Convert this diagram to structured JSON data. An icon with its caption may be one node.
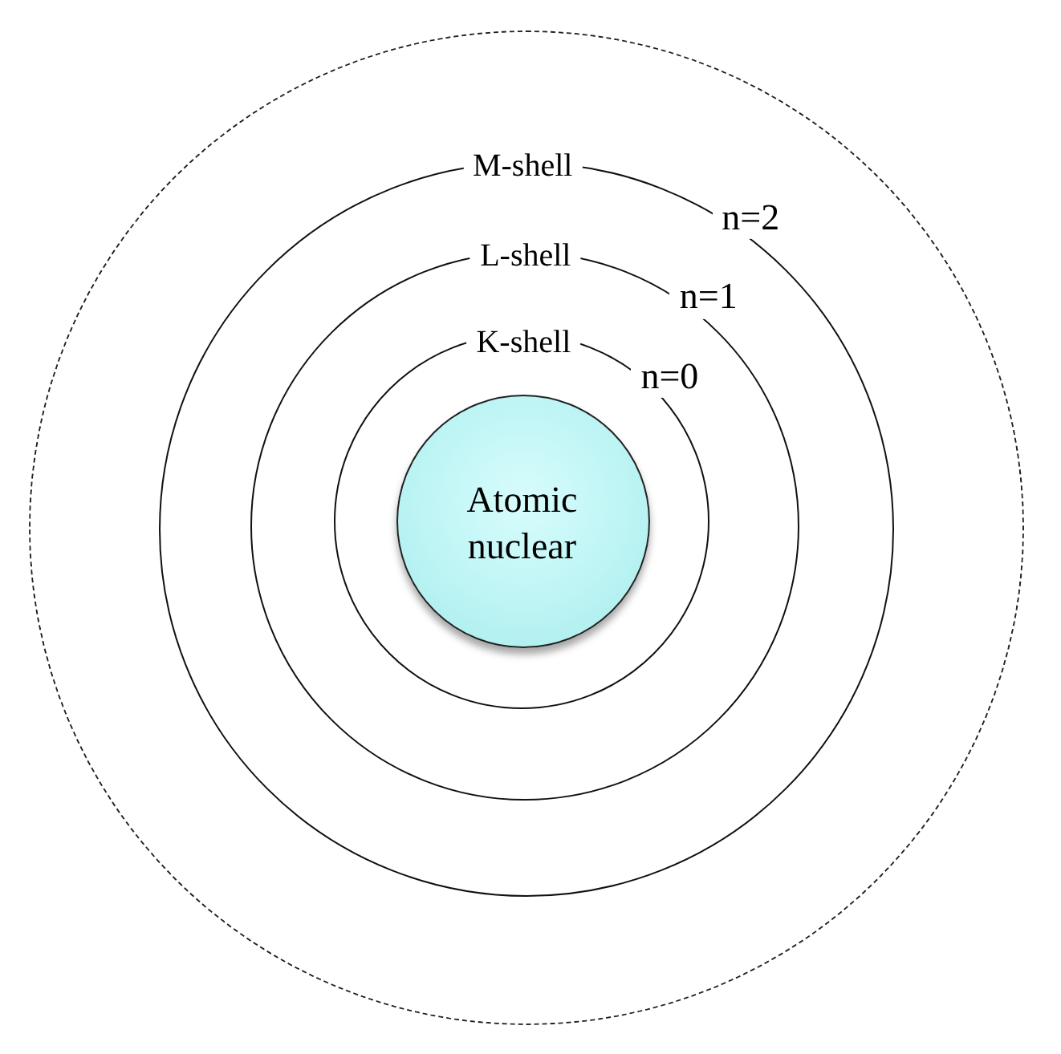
{
  "diagram": {
    "nodes": [
      {
        "text": [],
        "shape": "circle"
      },
      {
        "text": [
          "M-shell",
          "n=2"
        ],
        "in": 0
      },
      {
        "text": [
          "L-shell",
          "n=1"
        ],
        "in": 1
      },
      {
        "text": [
          "K-shell",
          "n=0"
        ],
        "in": 2
      },
      {
        "text": [
          "Atomic nuclear"
        ],
        "in": 3
      }
    ]
  }
}
